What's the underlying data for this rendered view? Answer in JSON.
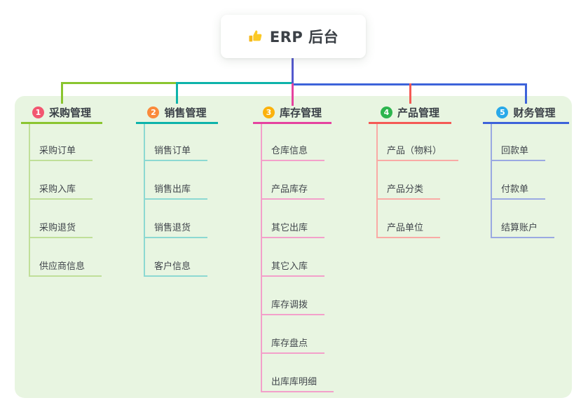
{
  "root": {
    "label": "ERP 后台",
    "icon": "thumbs-up"
  },
  "panel": {
    "bg": "#e8f5e1"
  },
  "connector": {
    "root_line_color": "#5459ce"
  },
  "branches": [
    {
      "index": "1",
      "label": "采购管理",
      "badge_color": "#f25670",
      "line_color": "#8ac52f",
      "child_line_color": "#c0df99",
      "children": [
        "采购订单",
        "采购入库",
        "采购退货",
        "供应商信息"
      ]
    },
    {
      "index": "2",
      "label": "销售管理",
      "badge_color": "#fa8a3b",
      "line_color": "#0db3aa",
      "child_line_color": "#8cd9d2",
      "children": [
        "销售订单",
        "销售出库",
        "销售退货",
        "客户信息"
      ]
    },
    {
      "index": "3",
      "label": "库存管理",
      "badge_color": "#fbb20c",
      "line_color": "#e5439f",
      "child_line_color": "#f3a0ca",
      "children": [
        "仓库信息",
        "产品库存",
        "其它出库",
        "其它入库",
        "库存调拨",
        "库存盘点",
        "出库库明细"
      ]
    },
    {
      "index": "4",
      "label": "产品管理",
      "badge_color": "#2db54e",
      "line_color": "#f45a55",
      "child_line_color": "#f9aaa5",
      "children": [
        "产品（物料）",
        "产品分类",
        "产品单位"
      ]
    },
    {
      "index": "5",
      "label": "财务管理",
      "badge_color": "#29a9e9",
      "line_color": "#3d63da",
      "child_line_color": "#9aa9e2",
      "children": [
        "回款单",
        "付款单",
        "结算账户"
      ]
    }
  ]
}
